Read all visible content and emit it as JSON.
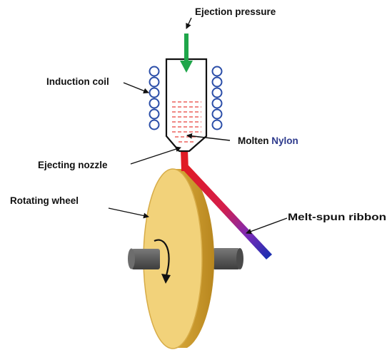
{
  "labels": {
    "ejection_pressure": "Ejection pressure",
    "induction_coil": "Induction coil",
    "molten_prefix": "Molten",
    "molten_material": "Nylon",
    "ejecting_nozzle": "Ejecting nozzle",
    "rotating_wheel": "Rotating wheel",
    "ribbon": "Melt-spun ribbon"
  },
  "colors": {
    "pressure_arrow": "#1fa64a",
    "coil": "#2b4ea8",
    "molten": "#e8413a",
    "wheel_face": "#f2d27a",
    "wheel_rim": "#c99a2e",
    "axle": "#5f5f5f",
    "nylon_text": "#2d3a8c",
    "ribbon_start": "#e01b24",
    "ribbon_end": "#1a2fb0"
  }
}
